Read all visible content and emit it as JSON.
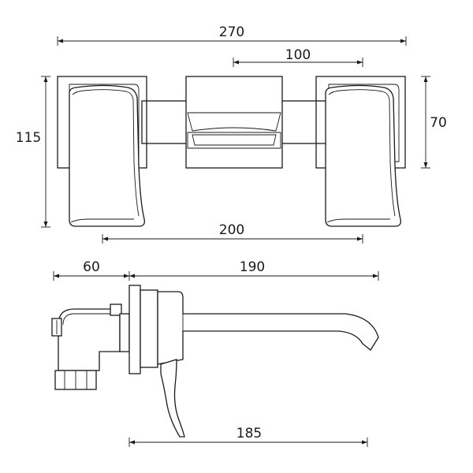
{
  "dimensions": {
    "front_overall_width": "270",
    "front_center_width": "100",
    "front_body_height": "115",
    "front_plate_height": "70",
    "front_handle_spacing": "200",
    "side_body_depth": "60",
    "side_spout_projection": "190",
    "side_lever_projection": "185"
  }
}
